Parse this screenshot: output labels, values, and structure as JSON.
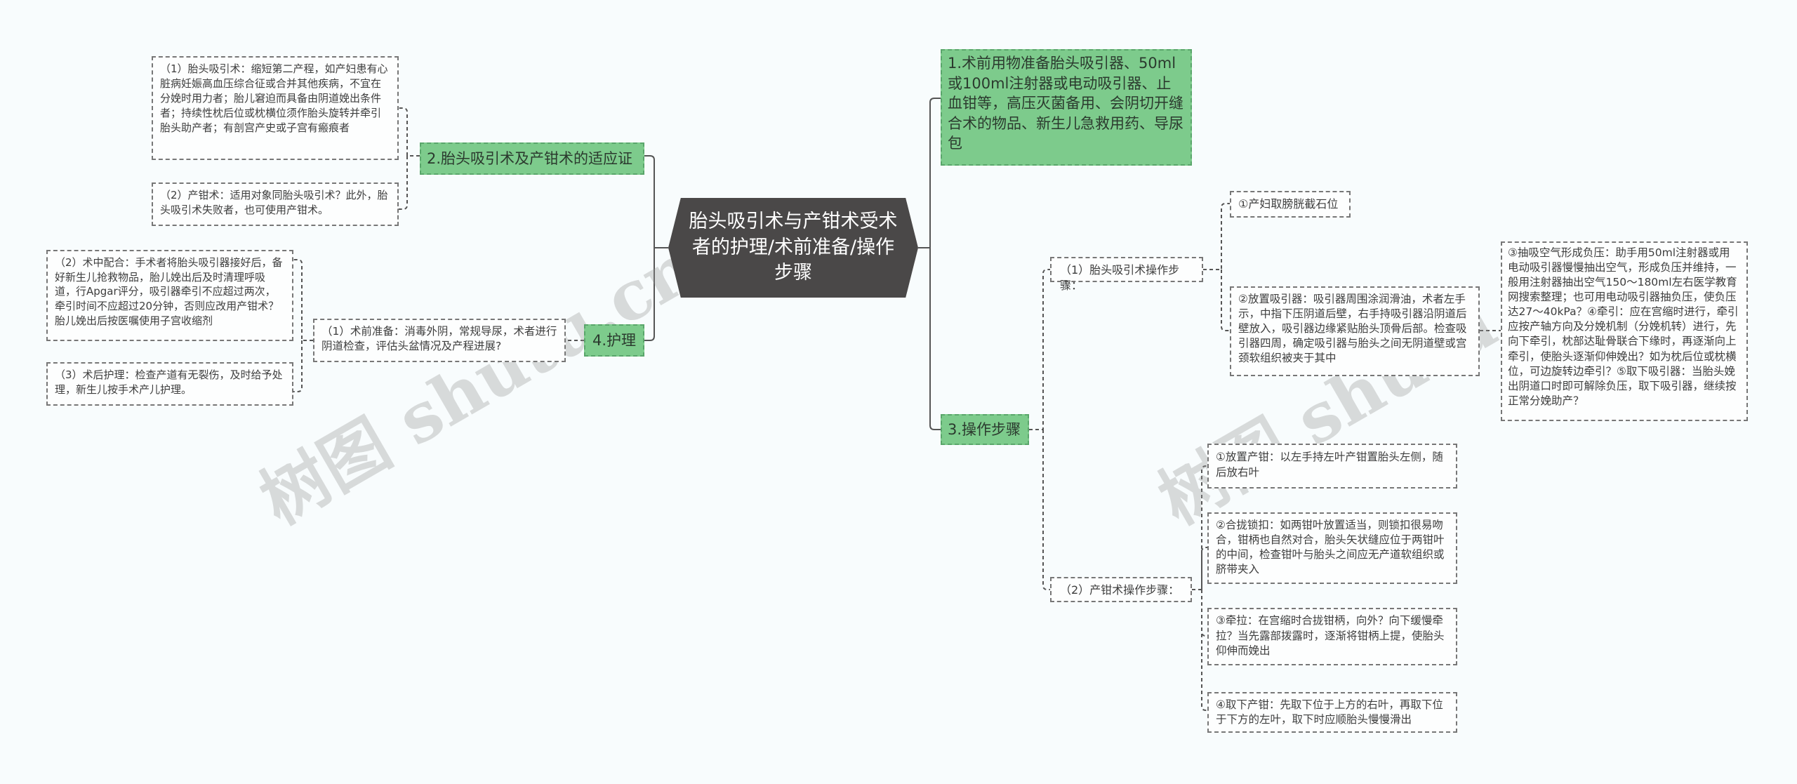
{
  "root": {
    "title": "胎头吸引术与产钳术受术者的护理/术前准备/操作步骤"
  },
  "watermark": "树图 shutu.cn",
  "colors": {
    "root": "#4a4848",
    "green": "#7dcb8c",
    "line": "#555555"
  },
  "branches": {
    "prep": {
      "label": "1.术前用物准备胎头吸引器、50ml或100ml注射器或电动吸引器、止血钳等，高压灭菌备用、会阴切开缝合术的物品、新生儿急救用药、导尿包"
    },
    "indication": {
      "label": "2.胎头吸引术及产钳术的适应证",
      "items": [
        "（1）胎头吸引术：缩短第二产程，如产妇患有心脏病妊娠高血压综合征或合并其他疾病，不宜在分娩时用力者；胎儿窘迫而具备由阴道娩出条件者；持续性枕后位或枕横位须作胎头旋转并牵引胎头助产者；有剖宫产史或子宫有瘢痕者",
        "（2）产钳术：适用对象同胎头吸引术？此外，胎头吸引术失败者，也可使用产钳术。"
      ]
    },
    "steps": {
      "label": "3.操作步骤",
      "vacuum": {
        "label": "（1）胎头吸引术操作步骤：",
        "items": [
          "①产妇取膀胱截石位",
          "②放置吸引器：吸引器周围涂润滑油，术者左手示，中指下压阴道后壁，右手持吸引器沿阴道后壁放入，吸引器边缘紧贴胎头顶骨后部。检查吸引器四周，确定吸引器与胎头之间无阴道壁或宫颈软组织被夹于其中",
          "③抽吸空气形成负压：助手用50ml注射器或用电动吸引器慢慢抽出空气，形成负压并维持，一般用注射器抽出空气150～180ml左右医学教育网搜索整理；也可用电动吸引器抽负压，使负压达27～40kPa？④牵引：应在宫缩时进行，牵引应按产轴方向及分娩机制（分娩机转）进行，先向下牵引，枕部达耻骨联合下缘时，再逐渐向上牵引，使胎头逐渐仰伸娩出？如为枕后位或枕横位，可边旋转边牵引？⑤取下吸引器：当胎头娩出阴道口时即可解除负压，取下吸引器，继续按正常分娩助产？"
        ]
      },
      "forceps": {
        "label": "（2）产钳术操作步骤：",
        "items": [
          "①放置产钳：以左手持左叶产钳置胎头左侧，随后放右叶",
          "②合拢锁扣：如两钳叶放置适当，则锁扣很易吻合，钳柄也自然对合，胎头矢状缝应位于两钳叶的中间，检查钳叶与胎头之间应无产道软组织或脐带夹入",
          "③牵拉：在宫缩时合拢钳柄，向外？向下缓慢牵拉？当先露部拨露时，逐渐将钳柄上提，使胎头仰伸而娩出",
          "④取下产钳：先取下位于上方的右叶，再取下位于下方的左叶，取下时应顺胎头慢慢滑出"
        ]
      }
    },
    "nursing": {
      "label": "4.护理",
      "pre": "（1）术前准备：消毒外阴，常规导尿，术者进行阴道检查，评估头盆情况及产程进展?",
      "items": [
        "（2）术中配合：手术者将胎头吸引器接好后，备好新生儿抢救物品，胎儿娩出后及时清理呼吸道，行Apgar评分，吸引器牵引不应超过两次，牵引时间不应超过20分钟，否则应改用产钳术？胎儿娩出后按医嘱使用子宫收缩剂",
        "（3）术后护理：检查产道有无裂伤，及时给予处理，新生儿按手术产儿护理。"
      ]
    }
  }
}
